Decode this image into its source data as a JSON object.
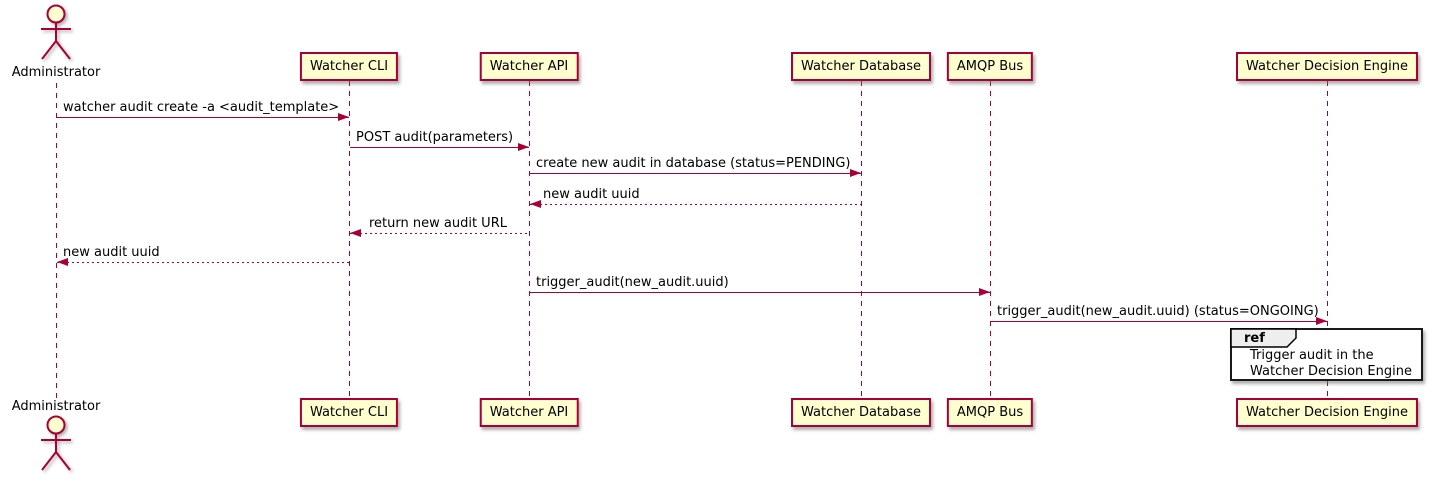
{
  "diagram": {
    "type": "sequence-diagram",
    "actor": {
      "name": "Administrator"
    },
    "participants": [
      {
        "label": "Watcher CLI"
      },
      {
        "label": "Watcher API"
      },
      {
        "label": "Watcher Database"
      },
      {
        "label": "AMQP Bus"
      },
      {
        "label": "Watcher Decision Engine"
      }
    ],
    "messages": [
      {
        "from": "Administrator",
        "to": "Watcher CLI",
        "style": "solid",
        "label": "watcher audit create -a <audit_template>"
      },
      {
        "from": "Watcher CLI",
        "to": "Watcher API",
        "style": "solid",
        "label": "POST audit(parameters)"
      },
      {
        "from": "Watcher API",
        "to": "Watcher Database",
        "style": "solid",
        "label": "create new audit in database (status=PENDING)"
      },
      {
        "from": "Watcher Database",
        "to": "Watcher API",
        "style": "dashed",
        "label": "new audit uuid"
      },
      {
        "from": "Watcher API",
        "to": "Watcher CLI",
        "style": "dashed",
        "label": "return new audit URL"
      },
      {
        "from": "Watcher CLI",
        "to": "Administrator",
        "style": "dashed",
        "label": "new audit uuid"
      },
      {
        "from": "Watcher API",
        "to": "AMQP Bus",
        "style": "solid",
        "label": "trigger_audit(new_audit.uuid)"
      },
      {
        "from": "AMQP Bus",
        "to": "Watcher Decision Engine",
        "style": "solid",
        "label": "trigger_audit(new_audit.uuid) (status=ONGOING)"
      }
    ],
    "ref": {
      "keyword": "ref",
      "line1": "Trigger audit in the",
      "line2": "Watcher Decision Engine"
    },
    "colors": {
      "accent": "#A80036",
      "participant_fill": "#FEFECE",
      "ref_tab_fill": "#EEEEEE",
      "text": "#000000"
    }
  }
}
